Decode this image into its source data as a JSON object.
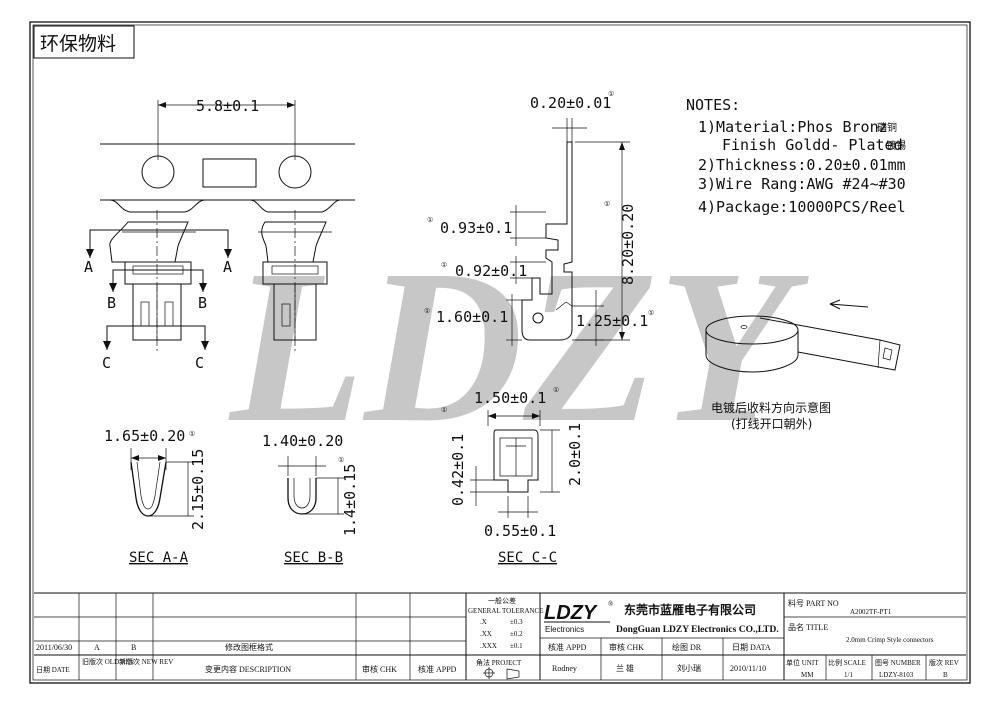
{
  "material_tag": "环保物料",
  "watermark": "LDZY",
  "notes": {
    "heading": "NOTES:",
    "line1": "1)Material:Phos Bronz",
    "line1_cn": "磷铜",
    "line2": "Finish Goldd- Plated",
    "line2_cn": "镀锡",
    "line3": "2)Thickness:0.20±0.01mm",
    "line4": "3)Wire Rang:AWG #24~#30",
    "line5": "4)Package:10000PCS/Reel"
  },
  "reel_caption_1": "电镀后收料方向示意图",
  "reel_caption_2": "(打线开口朝外)",
  "dims": {
    "pitch": "5.8±0.1",
    "thickness": "0.20±0.01",
    "d093": "0.93±0.1",
    "d092": "0.92±0.1",
    "d160": "1.60±0.1",
    "d125": "1.25±0.1",
    "d820": "8.20±0.20",
    "d150": "1.50±0.1",
    "d042": "0.42±0.1",
    "d20": "2.0±0.1",
    "d055": "0.55±0.1",
    "d165": "1.65±0.20",
    "d215": "2.15±0.15",
    "d140": "1.40±0.20",
    "d14": "1.4±0.15",
    "mark": "①"
  },
  "section_labels": {
    "a": "A",
    "b": "B",
    "c": "C",
    "sec_aa": "SEC A-A",
    "sec_bb": "SEC B-B",
    "sec_cc": "SEC C-C"
  },
  "title_block": {
    "revision": {
      "date": "2011/06/30",
      "old": "A",
      "new": "B",
      "desc": "修改图框格式",
      "h_date": "日期 DATE",
      "h_old": "旧版次 OLD REV",
      "h_new": "新版次 NEW REV",
      "h_desc": "变更内容 DESCRIPTION",
      "h_chk": "审核 CHK",
      "h_appd": "核准 APPD"
    },
    "tolerance": {
      "title_cn": "一般公差",
      "title_en": "GENERAL TOLERANCE",
      "r1": ".X",
      "r1v": "±0.3",
      "r2": ".XX",
      "r2v": "±0.2",
      "r3": ".XXX",
      "r3v": "±0.1",
      "angle": "角法 PROJECT"
    },
    "company": {
      "logo": "LDZY",
      "logo_reg": "®",
      "logo_sub": "Electronics",
      "name_cn": "东莞市蓝雁电子有限公司",
      "name_en": "DongGuan LDZY Electronics CO.,LTD."
    },
    "sign": {
      "appd": "核准 APPD",
      "chk": "审核 CHK",
      "dr": "绘图 DR",
      "date": "日期 DATA",
      "appd_v": "Rodney",
      "chk_v": "兰 雄",
      "dr_v": "刘小瑞",
      "date_v": "2010/11/10"
    },
    "part": {
      "label": "料号 PART NO",
      "value": "A2002TF-PT1",
      "title_label": "品名 TITLE",
      "title_value": "2.0mm Crimp Style connectors",
      "unit_label": "单位 UNIT",
      "unit_value": "MM",
      "scale_label": "比例 SCALE",
      "scale_value": "1/1",
      "num_label": "图号 NUMBER",
      "num_value": "LDZY-8103",
      "rev_label": "版次 REV",
      "rev_value": "B"
    }
  }
}
